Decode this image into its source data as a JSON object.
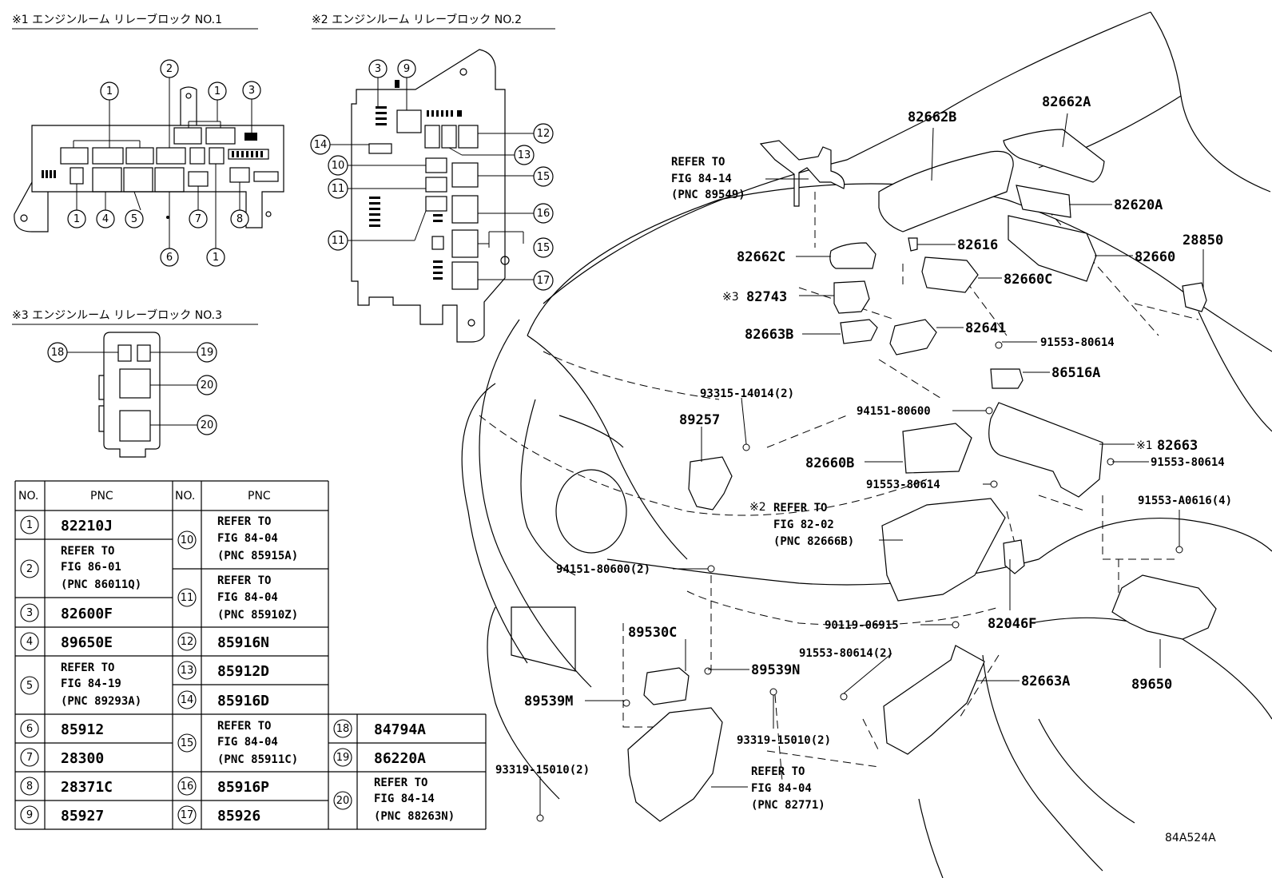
{
  "headers": {
    "block1": "※1 エンジンルーム リレーブロック NO.1",
    "block2": "※2 エンジンルーム リレーブロック NO.2",
    "block3": "※3 エンジンルーム リレーブロック NO.3"
  },
  "callouts": {
    "n1": "1",
    "n2": "2",
    "n3": "3",
    "n4": "4",
    "n5": "5",
    "n6": "6",
    "n7": "7",
    "n8": "8",
    "n9": "9",
    "n10": "10",
    "n11": "11",
    "n12": "12",
    "n13": "13",
    "n14": "14",
    "n15": "15",
    "n16": "16",
    "n17": "17",
    "n18": "18",
    "n19": "19",
    "n20": "20"
  },
  "table": {
    "col_no": "NO.",
    "col_pnc": "PNC",
    "rows": {
      "r1": [
        "82210J"
      ],
      "r2": [
        "REFER TO",
        "FIG 86-01",
        "(PNC 86011Q)"
      ],
      "r3": [
        "82600F"
      ],
      "r4": [
        "89650E"
      ],
      "r5": [
        "REFER TO",
        "FIG 84-19",
        "(PNC 89293A)"
      ],
      "r6": [
        "85912"
      ],
      "r7": [
        "28300"
      ],
      "r8": [
        "28371C"
      ],
      "r9": [
        "85927"
      ],
      "r10": [
        "REFER TO",
        "FIG 84-04",
        "(PNC 85915A)"
      ],
      "r11": [
        "REFER TO",
        "FIG 84-04",
        "(PNC 85910Z)"
      ],
      "r12": [
        "85916N"
      ],
      "r13": [
        "85912D"
      ],
      "r14": [
        "85916D"
      ],
      "r15": [
        "REFER TO",
        "FIG 84-04",
        "(PNC 85911C)"
      ],
      "r16": [
        "85916P"
      ],
      "r17": [
        "85926"
      ],
      "r18": [
        "84794A"
      ],
      "r19": [
        "86220A"
      ],
      "r20": [
        "REFER TO",
        "FIG 84-14",
        "(PNC 88263N)"
      ]
    }
  },
  "labels": {
    "p82662A": "82662A",
    "p82662B": "82662B",
    "ref1": [
      "REFER TO",
      "FIG 84-14",
      "(PNC 89549)"
    ],
    "p82620A": "82620A",
    "p82616": "82616",
    "p82660": "82660",
    "p28850": "28850",
    "p82662C": "82662C",
    "p82660C": "82660C",
    "p82743_mark": "※3",
    "p82743": "82743",
    "p82663B": "82663B",
    "p82641": "82641",
    "s91553_80614_a": "91553-80614",
    "p86516A": "86516A",
    "s93315_14014": "93315-14014(2)",
    "p89257": "89257",
    "s94151_80600": "94151-80600",
    "p82663_mark": "※1",
    "p82663": "82663",
    "s91553_80614_b": "91553-80614",
    "p82660B": "82660B",
    "s91553_80614_c": "91553-80614",
    "s91553_A0616": "91553-A0616(4)",
    "ref2_mark": "※2",
    "ref2": [
      "REFER TO",
      "FIG 82-02",
      "(PNC 82666B)"
    ],
    "s94151_80600_2": "94151-80600(2)",
    "s90119_06915": "90119-06915",
    "p82046F": "82046F",
    "p89530C": "89530C",
    "s91553_80614_2": "91553-80614(2)",
    "p89539N": "89539N",
    "p82663A": "82663A",
    "p89650": "89650",
    "p89539M": "89539M",
    "s93319_15010_2a": "93319-15010(2)",
    "s93319_15010_2b": "93319-15010(2)",
    "ref3": [
      "REFER TO",
      "FIG 84-04",
      "(PNC 82771)"
    ],
    "code": "84A524A"
  }
}
